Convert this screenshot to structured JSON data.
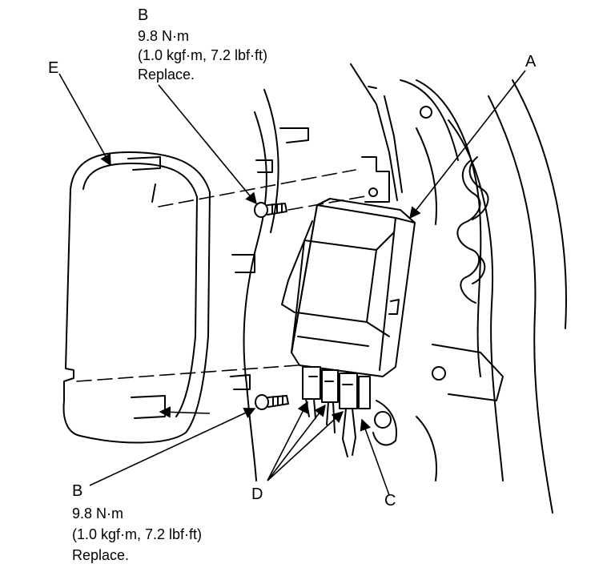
{
  "callouts": {
    "a": "A",
    "c": "C",
    "d": "D",
    "e": "E"
  },
  "bolt_top": {
    "letter": "B",
    "torque": "9.8 N·m",
    "torque_alt": "(1.0 kgf·m, 7.2 lbf·ft)",
    "note": "Replace."
  },
  "bolt_bottom": {
    "letter": "B",
    "torque": "9.8 N·m",
    "torque_alt": "(1.0 kgf·m, 7.2 lbf·ft)",
    "note": "Replace."
  }
}
